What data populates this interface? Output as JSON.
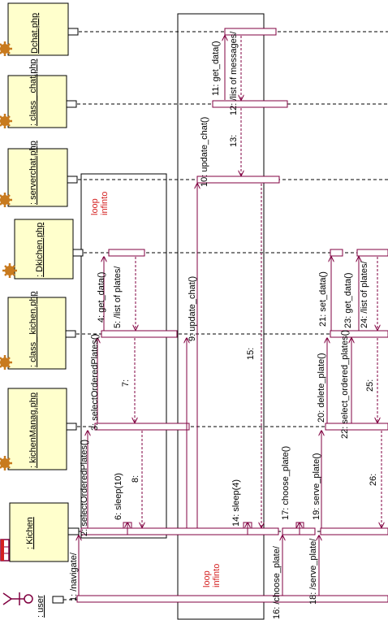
{
  "colors": {
    "lifeline_box": "#ffffcc",
    "message": "#800040",
    "loop_label": "#d42020",
    "dashed_lifeline": "#000000",
    "gear_icon": "#c87a1e"
  },
  "participants": [
    {
      "id": "dchat",
      "name": "Dchat.php",
      "icon": "gear-icon"
    },
    {
      "id": "class_chat",
      "name": ": class_ chat.php",
      "icon": "gear-icon"
    },
    {
      "id": "serverchat",
      "name": ": serverchat.php",
      "icon": "gear-icon"
    },
    {
      "id": "dkichen",
      "name": ": Dkichen.php",
      "icon": "gear-icon"
    },
    {
      "id": "class_kichen",
      "name": ": class_ kichen.php",
      "icon": "gear-icon"
    },
    {
      "id": "kichenmanag",
      "name": ": kichenManag.php",
      "icon": "gear-icon"
    },
    {
      "id": "kichen",
      "name": ": Kichen",
      "icon": "window-icon"
    },
    {
      "id": "user",
      "name": ": user",
      "icon": "actor-icon"
    }
  ],
  "fragments": [
    {
      "id": "loop1",
      "label": "loop infinto"
    },
    {
      "id": "loop2",
      "label": "loop infinto"
    }
  ],
  "messages": [
    {
      "id": "m1",
      "label": "1: /navigate/"
    },
    {
      "id": "m2",
      "label": "2: selectOrderedPlates()"
    },
    {
      "id": "m3",
      "label": "3: selectOrderedPlates()"
    },
    {
      "id": "m4",
      "label": "4: get_data()"
    },
    {
      "id": "m5",
      "label": "5: /list of plates/"
    },
    {
      "id": "m6",
      "label": "6: sleep(10)"
    },
    {
      "id": "m7",
      "label": "7:"
    },
    {
      "id": "m8",
      "label": "8:"
    },
    {
      "id": "m9",
      "label": "9: update_chat()"
    },
    {
      "id": "m10",
      "label": "10: update_chat()"
    },
    {
      "id": "m11",
      "label": "11: get_data()"
    },
    {
      "id": "m12",
      "label": "12: /list of messages/"
    },
    {
      "id": "m13",
      "label": "13:"
    },
    {
      "id": "m14",
      "label": "14: sleep(4)"
    },
    {
      "id": "m15",
      "label": "15:"
    },
    {
      "id": "m16",
      "label": "16: /choose_plate/"
    },
    {
      "id": "m17",
      "label": "17: choose_plate()"
    },
    {
      "id": "m18",
      "label": "18: /serve_plate/"
    },
    {
      "id": "m19",
      "label": "19: serve_plate()"
    },
    {
      "id": "m20",
      "label": "20: delete_plate()"
    },
    {
      "id": "m21",
      "label": "21: set_data()"
    },
    {
      "id": "m22",
      "label": "22: select_ordered_plates()"
    },
    {
      "id": "m23",
      "label": "23: get_data()"
    },
    {
      "id": "m24",
      "label": "24: /list of plates/"
    },
    {
      "id": "m25",
      "label": "25:"
    },
    {
      "id": "m26",
      "label": "26:"
    }
  ]
}
